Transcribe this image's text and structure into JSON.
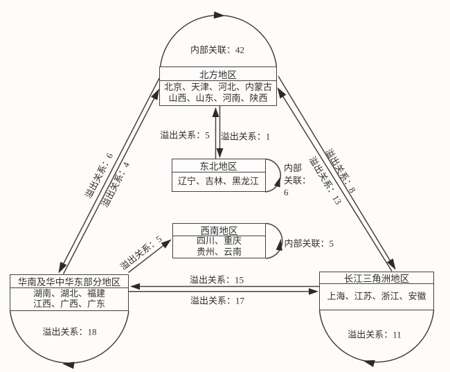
{
  "figure": {
    "background": "#fdfcfb",
    "ink_color": "#45403c",
    "text_color": "#32302e",
    "nodes": {
      "north": {
        "title": "北方地区",
        "members": [
          "北京、天津、河北、内蒙古",
          "山西、山东、河南、陕西"
        ],
        "loop_label": "内部关联：42"
      },
      "northeast": {
        "title": "东北地区",
        "members": [
          "辽宁、吉林、黑龙江"
        ],
        "loop_label_lines": [
          "内部",
          "关联：",
          "6"
        ]
      },
      "southwest": {
        "title": "西南地区",
        "members": [
          "四川、重庆",
          "贵州、云南"
        ],
        "loop_label": "内部关联：5"
      },
      "south": {
        "title": "华南及华中华东部分地区",
        "members": [
          "湖南、湖北、福建",
          "江西、广西、广东"
        ],
        "loop_label": "溢出关系：18"
      },
      "yangtze": {
        "title": "长江三角洲地区",
        "members": [
          "上海、江苏、浙江、安徽"
        ],
        "loop_label": "溢出关系：11"
      }
    },
    "edges": {
      "northeast_to_north": {
        "label": "溢出关系：5"
      },
      "north_to_northeast": {
        "label": "溢出关系：1"
      },
      "north_to_south": {
        "label": "溢出关系：6"
      },
      "south_to_north": {
        "label": "溢出关系：4"
      },
      "north_to_yangtze": {
        "label": "溢出关系：8"
      },
      "yangtze_to_north": {
        "label": "溢出关系：13"
      },
      "south_to_southwest": {
        "label": "溢出关系：5"
      },
      "yangtze_to_south": {
        "label": "溢出关系：15"
      },
      "south_to_yangtze": {
        "label": "溢出关系：17"
      }
    }
  }
}
